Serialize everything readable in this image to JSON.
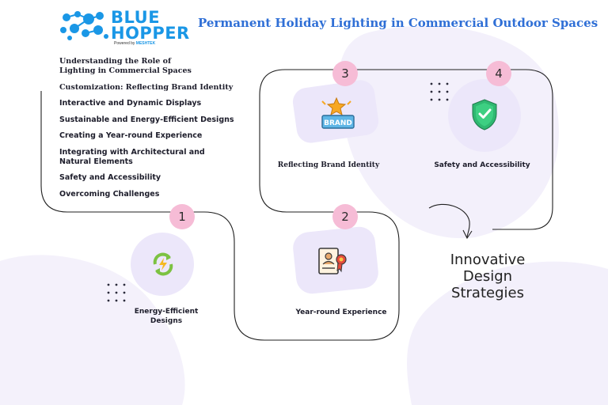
{
  "logo": {
    "line1": "BLUE",
    "line2": "HOPPER",
    "powered_by": "Powered by",
    "partner": "MESHTEK"
  },
  "title": "Permanent Holiday Lighting in Commercial Outdoor Spaces",
  "toc": [
    "Understanding the Role of Lighting in Commercial Spaces",
    "Customization: Reflecting Brand Identity",
    "Interactive and Dynamic Displays",
    "Sustainable and Energy-Efficient Designs",
    "Creating a Year-round Experience",
    "Integrating with Architectural and Natural Elements",
    "Safety and Accessibility",
    "Overcoming Challenges"
  ],
  "steps": [
    {
      "number": "1",
      "label": "Energy-Efficient Designs",
      "icon": "energy-recycle-icon"
    },
    {
      "number": "2",
      "label": "Year-round Experience",
      "icon": "certificate-icon"
    },
    {
      "number": "3",
      "label": "Reflecting Brand Identity",
      "icon": "brand-star-icon"
    },
    {
      "number": "4",
      "label": "Safety and Accessibility",
      "icon": "shield-check-icon"
    }
  ],
  "brand_icon_text": "BRAND",
  "heading": [
    "Innovative",
    "Design",
    "Strategies"
  ],
  "colors": {
    "brand_blue": "#1a97e6",
    "title_blue": "#2f6fd6",
    "badge_pink": "#f6bcd6",
    "tile_lavender": "#ece7fa",
    "blob_lavender": "#f3f0fb"
  }
}
